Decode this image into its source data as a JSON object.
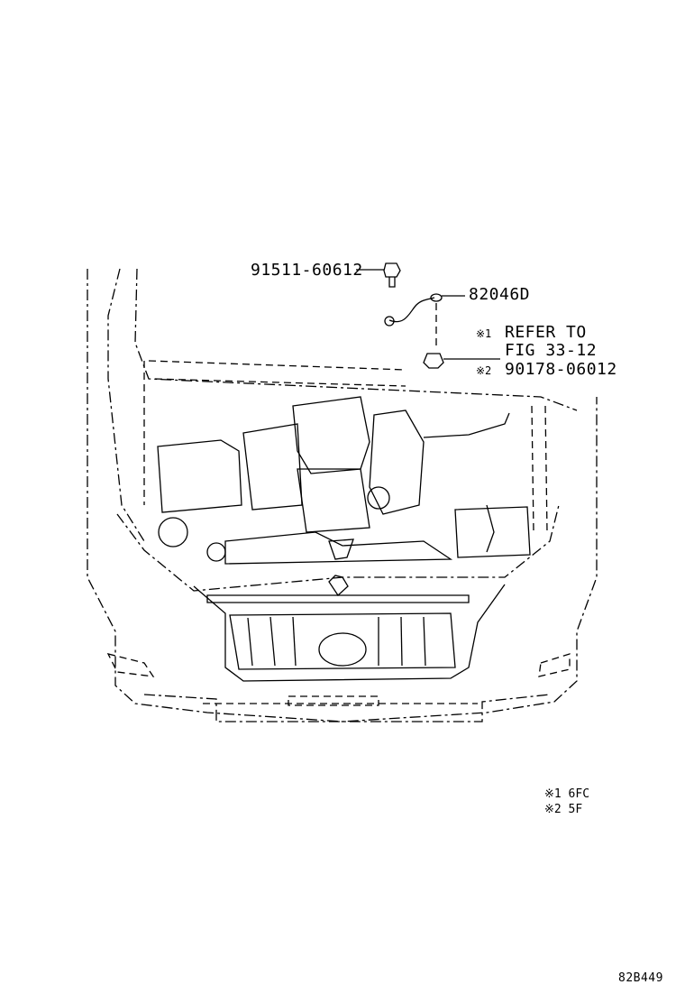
{
  "parts": {
    "bolt": "91511-60612",
    "ground_strap": "82046D",
    "nut": "90178-06012"
  },
  "callouts": {
    "note1_mark": "※1",
    "note1_line1": "REFER TO",
    "note1_line2": "FIG 33-12",
    "note2_mark": "※2"
  },
  "legend": {
    "line1": "※1 6FC",
    "line2": "※2 5F"
  },
  "figure_code": "82B449"
}
